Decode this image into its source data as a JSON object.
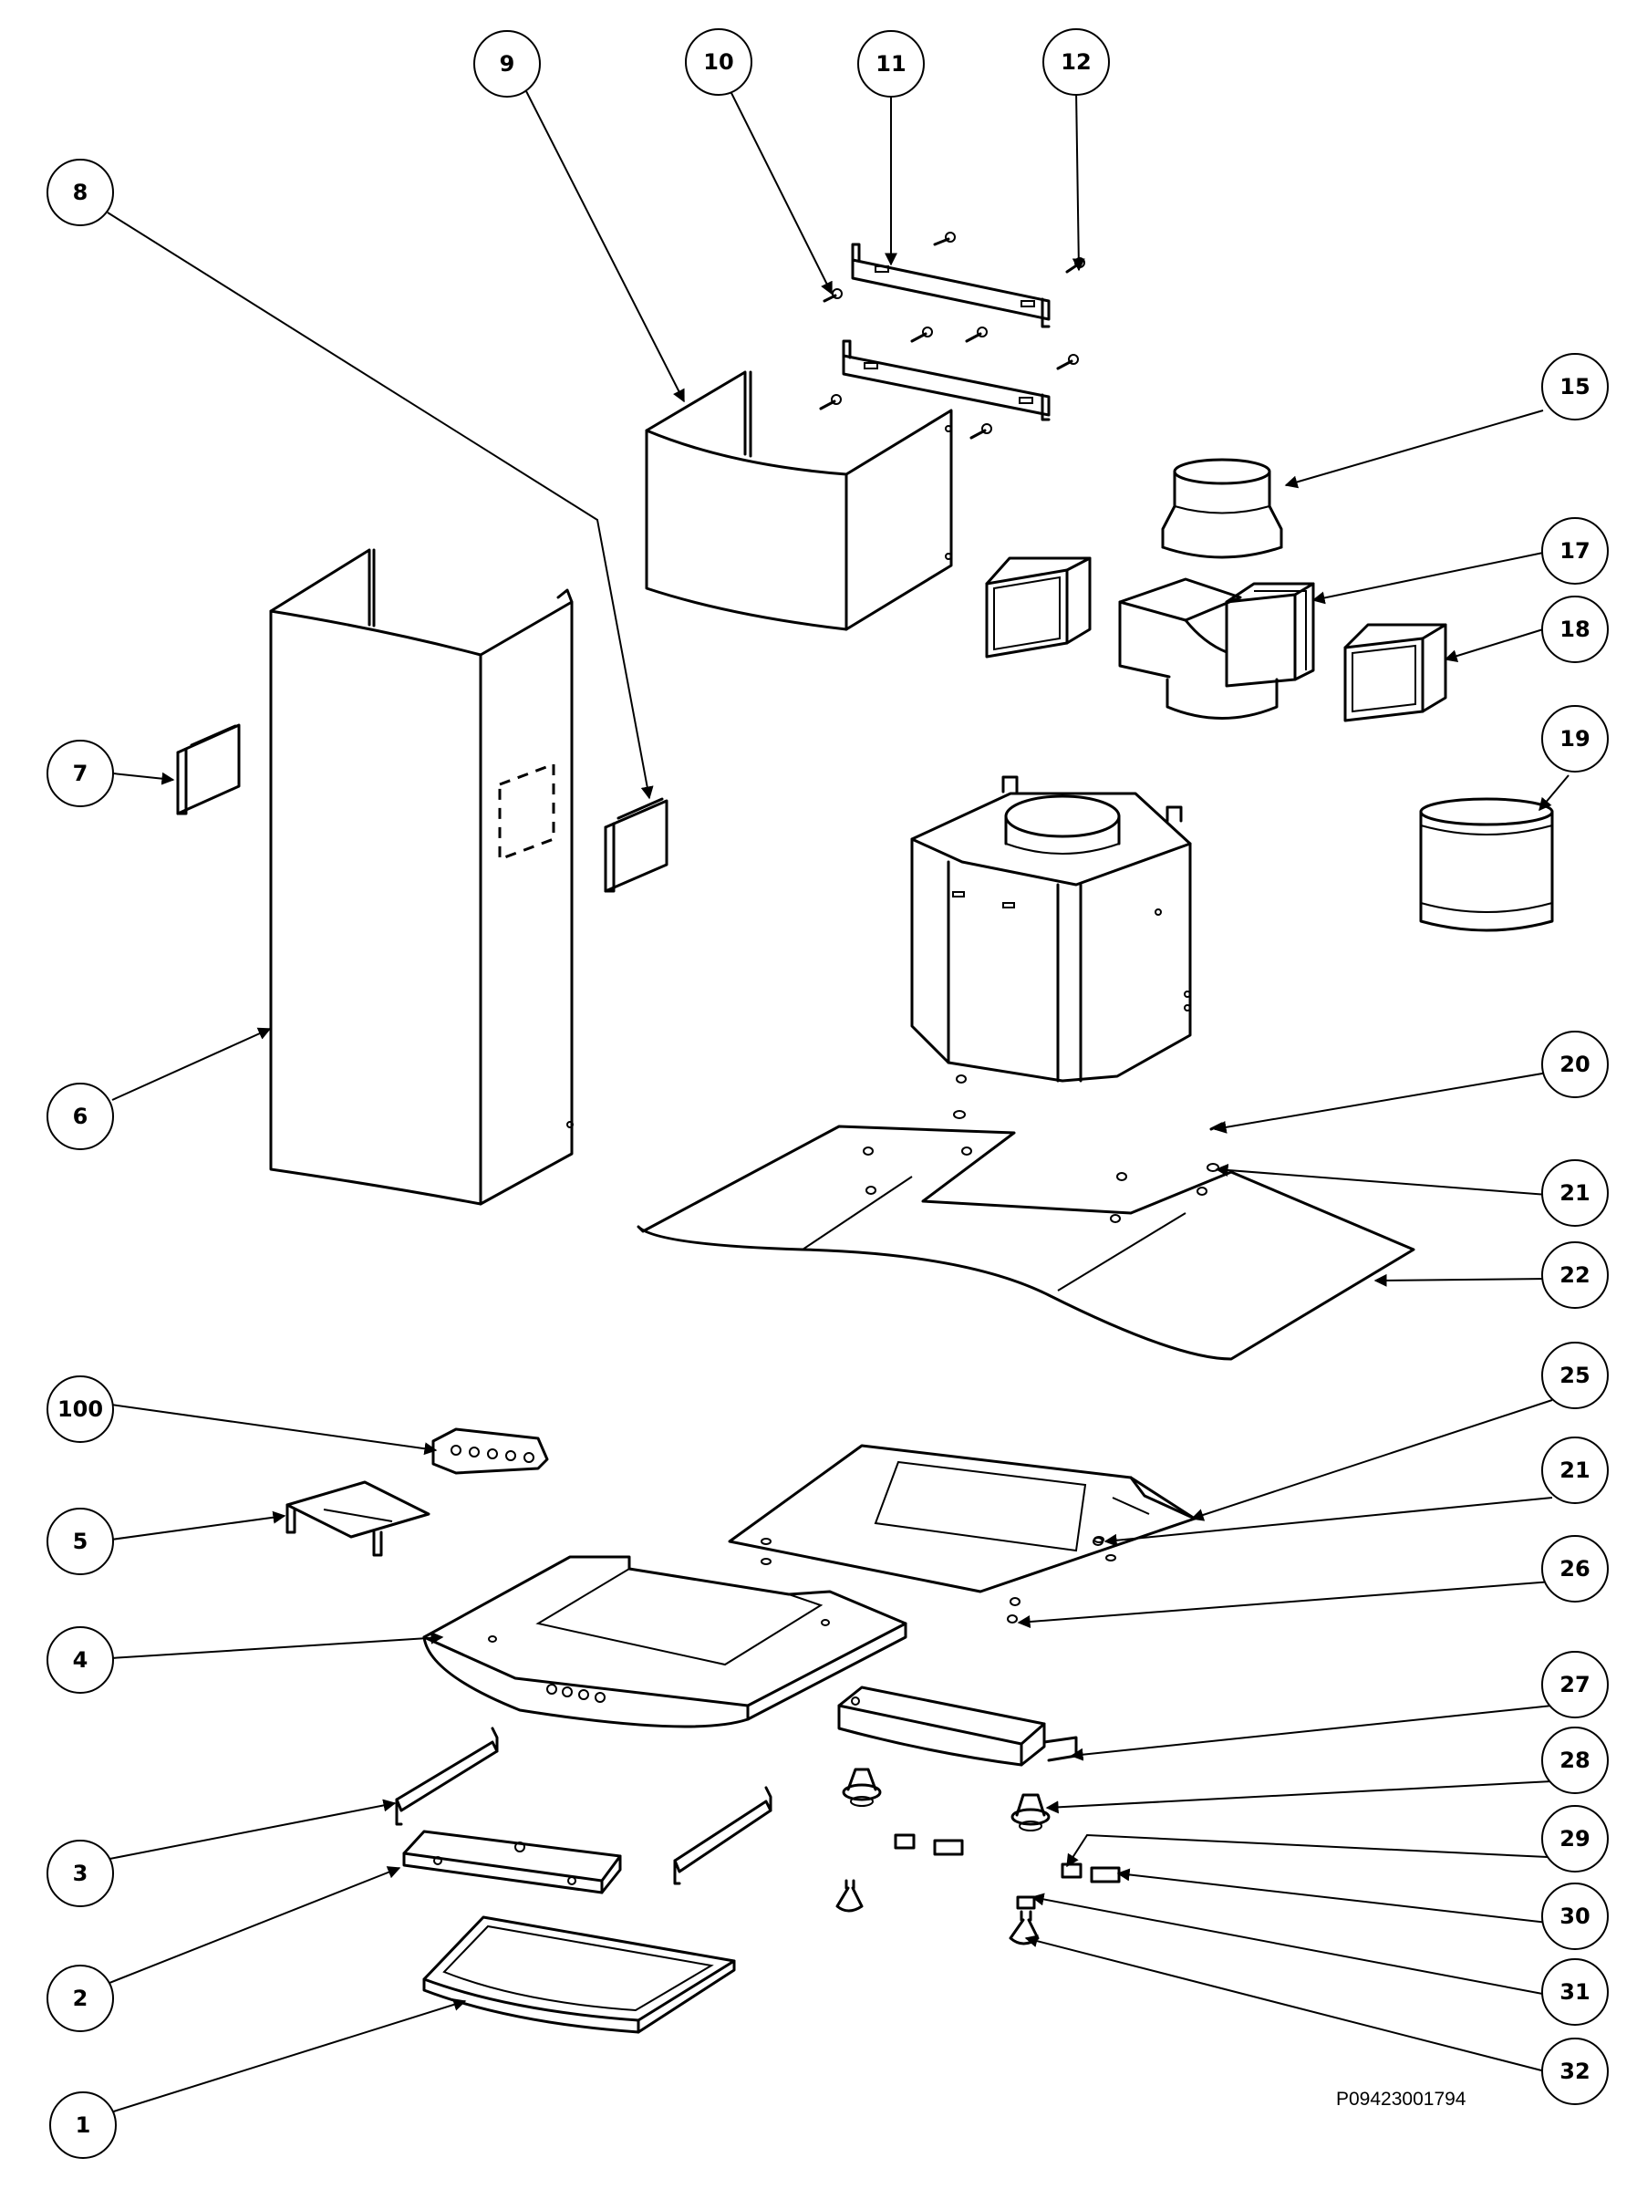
{
  "callouts": [
    {
      "label": "1"
    },
    {
      "label": "2"
    },
    {
      "label": "3"
    },
    {
      "label": "4"
    },
    {
      "label": "5"
    },
    {
      "label": "6"
    },
    {
      "label": "7"
    },
    {
      "label": "8"
    },
    {
      "label": "9"
    },
    {
      "label": "10"
    },
    {
      "label": "11"
    },
    {
      "label": "12"
    },
    {
      "label": "15"
    },
    {
      "label": "17"
    },
    {
      "label": "18"
    },
    {
      "label": "19"
    },
    {
      "label": "20"
    },
    {
      "label": "21"
    },
    {
      "label": "22"
    },
    {
      "label": "100"
    },
    {
      "label": "25"
    },
    {
      "label": "21"
    },
    {
      "label": "26"
    },
    {
      "label": "27"
    },
    {
      "label": "28"
    },
    {
      "label": "29"
    },
    {
      "label": "30"
    },
    {
      "label": "31"
    },
    {
      "label": "32"
    }
  ],
  "reference_code": "P09423001794"
}
